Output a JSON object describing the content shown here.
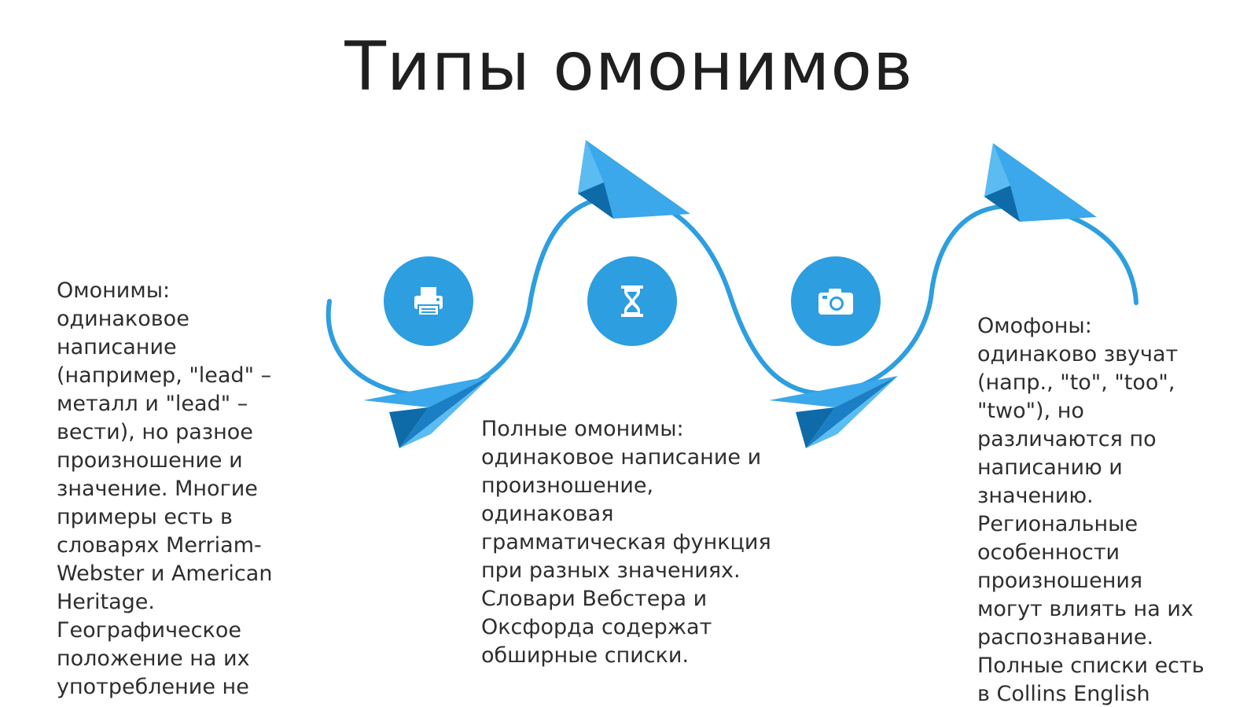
{
  "slide": {
    "title": "Типы омонимов"
  },
  "icons": {
    "first": "printer-icon",
    "second": "hourglass-icon",
    "third": "camera-icon"
  },
  "colors": {
    "accent": "#2d9ee0",
    "arrow_light": "#3aa8ea",
    "arrow_dark": "#1a7fc4",
    "text": "#2e2e2e"
  },
  "blocks": {
    "left": {
      "text": "Омонимы:\nодинаковое\nнаписание\n(например, \"lead\" –\nметалл и \"lead\" –\nвести), но разное\nпроизношение и\nзначение.  Многие\nпримеры есть в\nсловарях Merriam-\nWebster и American\nHeritage.\nГеографическое\nположение на их\nупотребление не"
    },
    "middle": {
      "text": "Полные омонимы:\nодинаковое написание и\nпроизношение,\nодинаковая\nграмматическая функция\nпри разных значениях.\nСловари Вебстера и\nОксфорда содержат\nобширные списки."
    },
    "right": {
      "text": "Омофоны:\nодинаково звучат\n(напр., \"to\", \"too\",\n\"two\"), но\nразличаются по\nнаписанию и\nзначению.\nРегиональные\nособенности\nпроизношения\nмогут влиять на их\nраспознавание.\nПолные списки есть\nв Collins English"
    }
  }
}
